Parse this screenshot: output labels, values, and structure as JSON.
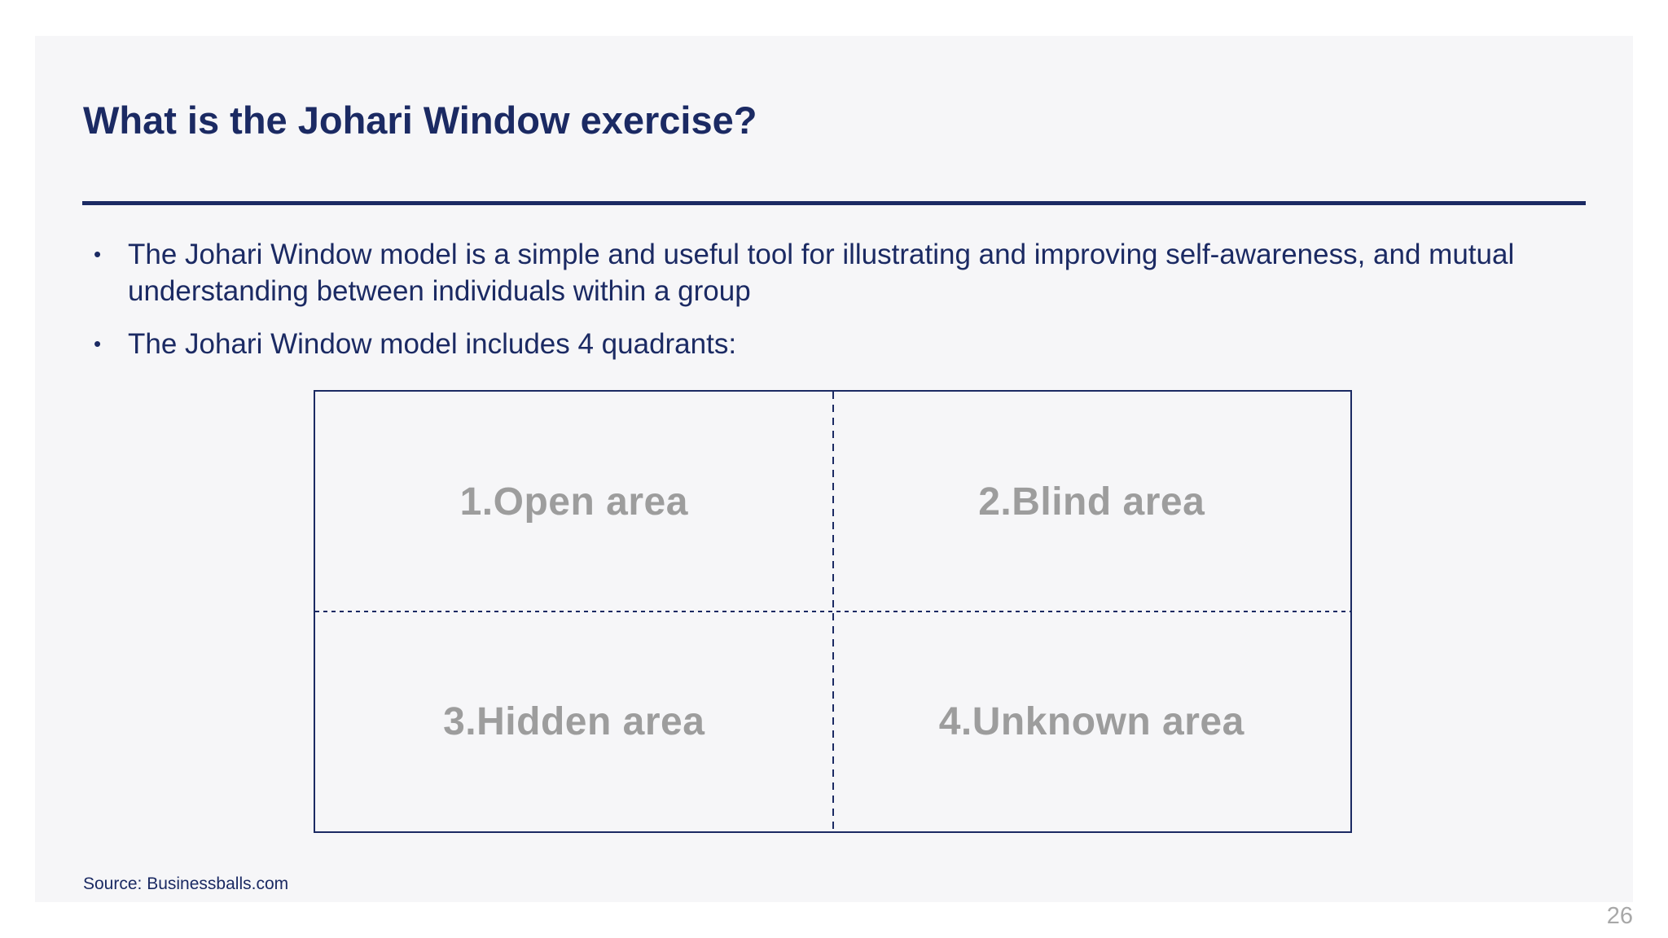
{
  "slide": {
    "title": "What is the Johari Window exercise?",
    "bullet_char": "•",
    "bullets": [
      "The Johari Window model is a simple and useful tool for illustrating and improving self-awareness, and mutual understanding between individuals within a group",
      "The Johari Window model includes 4 quadrants:"
    ],
    "quadrants": [
      {
        "label": "1.Open area"
      },
      {
        "label": "2.Blind area"
      },
      {
        "label": "3.Hidden area"
      },
      {
        "label": "4.Unknown area"
      }
    ],
    "source": "Source: Businessballs.com",
    "page_number": "26",
    "colors": {
      "accent_navy": "#1b2a63",
      "quadrant_label_gray": "#9d9d9d",
      "page_number_gray": "#a8a8a8",
      "slide_background": "#f6f6f8",
      "canvas_background": "#ffffff"
    }
  }
}
